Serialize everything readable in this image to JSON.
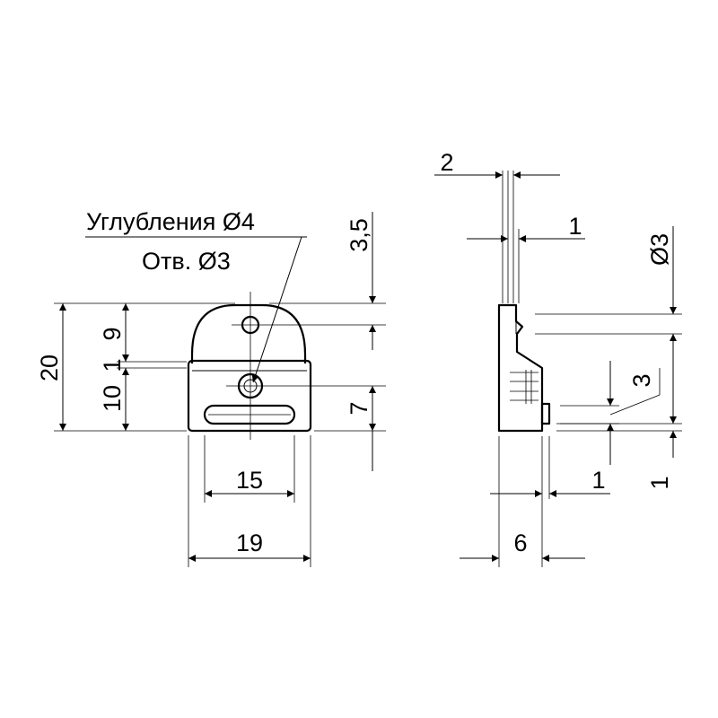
{
  "notes": {
    "recess": "Углубления Ø4",
    "hole": "Отв. Ø3"
  },
  "dimensions": {
    "overall_height": "20",
    "top_to_hole": "9",
    "hole_gap": "1",
    "lower_height": "10",
    "top_offset": "3,5",
    "hole_to_bottom": "7",
    "slot_width": "15",
    "overall_width": "19",
    "side_top_width": "2",
    "side_step": "1",
    "side_hole_dia": "Ø3",
    "side_pin_height": "3",
    "side_pin_depth": "1",
    "side_bottom_gap": "1",
    "side_thickness": "6"
  }
}
